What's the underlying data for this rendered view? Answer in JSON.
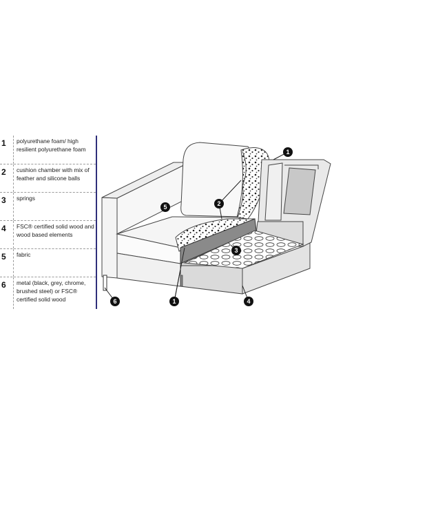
{
  "legend": [
    {
      "num": "1",
      "text": "polyurethane foam/ high resilient polyurethane foam"
    },
    {
      "num": "2",
      "text": "cushion chamber with mix of feather and  silicone balls"
    },
    {
      "num": "3",
      "text": "springs"
    },
    {
      "num": "4",
      "text": "FSC® certified solid wood and wood based elements"
    },
    {
      "num": "5",
      "text": "fabric"
    },
    {
      "num": "6",
      "text": "metal (black, grey, chrome, brushed steel) or FSC® certified solid wood"
    }
  ],
  "callouts": {
    "c1_top": "1",
    "c1_bottom": "1",
    "c2": "2",
    "c3": "3",
    "c4": "4",
    "c5": "5",
    "c6": "6"
  }
}
